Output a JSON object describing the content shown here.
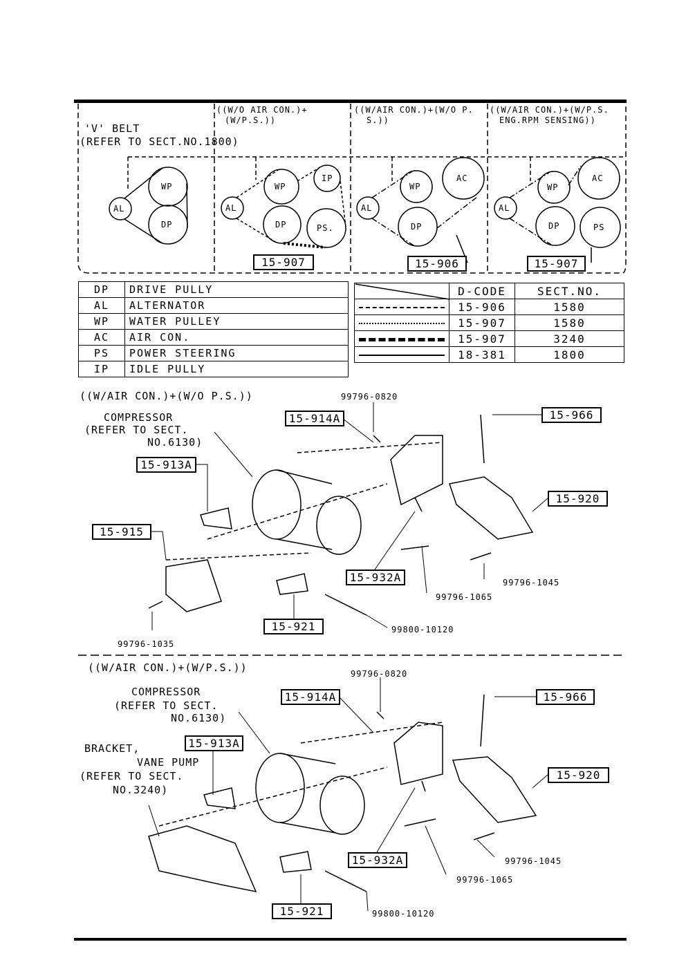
{
  "belt_section": {
    "v_belt": "'V' BELT",
    "v_belt_ref": "(REFER TO SECT.NO.1800)",
    "col2_title_1": "((W/O AIR CON.)+",
    "col2_title_2": "(W/P.S.))",
    "col3_title_1": "((W/AIR CON.)+(W/O P.",
    "col3_title_2": "S.))",
    "col4_title_1": "((W/AIR CON.)+(W/P.S.",
    "col4_title_2": "ENG.RPM SENSING))",
    "pulleys": {
      "al": "AL",
      "wp": "WP",
      "dp": "DP",
      "ip": "IP",
      "ps1": "PS.",
      "ac": "AC",
      "ps2": "PS"
    },
    "codes": [
      "15-907",
      "15-906",
      "15-907"
    ]
  },
  "legend": [
    {
      "abbr": "DP",
      "name": "DRIVE PULLY"
    },
    {
      "abbr": "AL",
      "name": "ALTERNATOR"
    },
    {
      "abbr": "WP",
      "name": "WATER PULLEY"
    },
    {
      "abbr": "AC",
      "name": "AIR CON."
    },
    {
      "abbr": "PS",
      "name": "POWER STEERING"
    },
    {
      "abbr": "IP",
      "name": "IDLE PULLY"
    }
  ],
  "code_table": {
    "headers": [
      "D-CODE",
      "SECT.NO."
    ],
    "rows": [
      {
        "line": "dash-dot",
        "code": "15-906",
        "sect": "1580"
      },
      {
        "line": "dash-dot-dot",
        "code": "15-907",
        "sect": "1580"
      },
      {
        "line": "heavy-dotted",
        "code": "15-907",
        "sect": "3240"
      },
      {
        "line": "solid",
        "code": "18-381",
        "sect": "1800"
      }
    ]
  },
  "section1": {
    "title": "((W/AIR CON.)+(W/O P.S.))",
    "compressor": "COMPRESSOR",
    "compressor_ref1": "(REFER TO SECT.",
    "compressor_ref2": "NO.6130)",
    "parts": {
      "p914a": "15-914A",
      "p966": "15-966",
      "p913a": "15-913A",
      "p920": "15-920",
      "p915": "15-915",
      "p932a": "15-932A",
      "p921": "15-921"
    },
    "bolts": {
      "b0820": "99796-0820",
      "b1045": "99796-1045",
      "b1065": "99796-1065",
      "b10120": "99800-10120",
      "b1035": "99796-1035"
    }
  },
  "section2": {
    "title": "((W/AIR CON.)+(W/P.S.))",
    "compressor": "COMPRESSOR",
    "compressor_ref1": "(REFER TO SECT.",
    "compressor_ref2": "NO.6130)",
    "bracket1": "BRACKET,",
    "bracket2": "VANE PUMP",
    "bracket3": "(REFER TO SECT.",
    "bracket4": "NO.3240)",
    "parts": {
      "p914a": "15-914A",
      "p966": "15-966",
      "p913a": "15-913A",
      "p920": "15-920",
      "p932a": "15-932A",
      "p921": "15-921"
    },
    "bolts": {
      "b0820": "99796-0820",
      "b1045": "99796-1045",
      "b1065": "99796-1065",
      "b10120": "99800-10120"
    }
  }
}
